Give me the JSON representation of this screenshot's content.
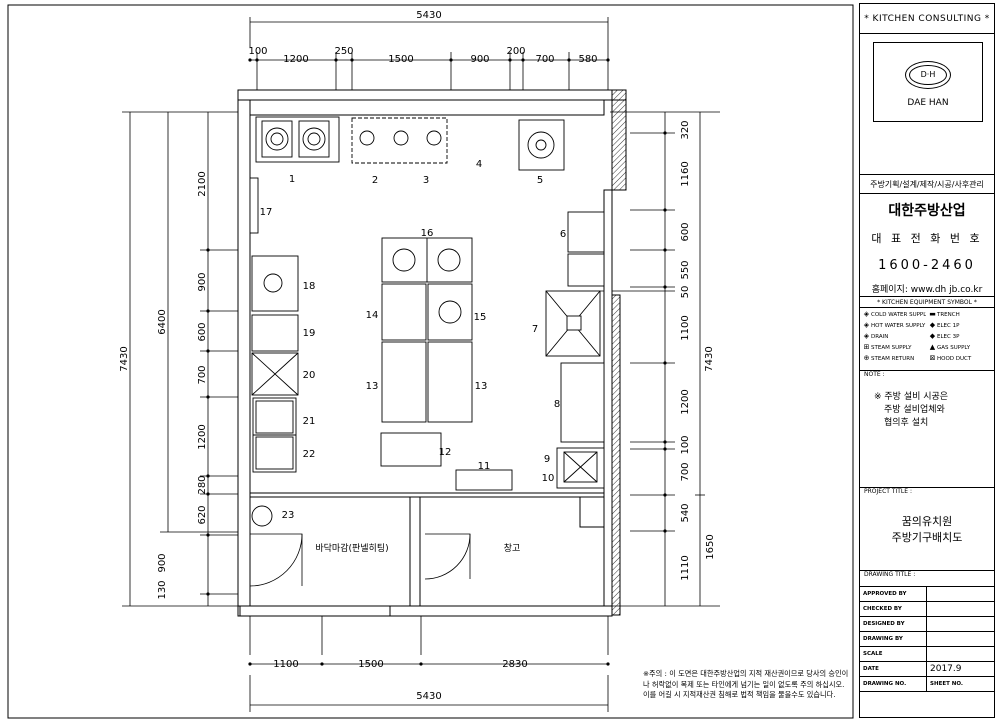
{
  "dimensions": {
    "top_total": "5430",
    "top_segments": [
      "100",
      "1200",
      "250",
      "1500",
      "900",
      "200",
      "700",
      "580"
    ],
    "left_outer": "7430",
    "left_mid": "6400",
    "left_segments": [
      "2100",
      "900",
      "600",
      "700",
      "1200",
      "280",
      "620",
      "900",
      "130"
    ],
    "right_outer": "7430",
    "right_segments": [
      "320",
      "1160",
      "600",
      "550",
      "50",
      "1100",
      "1200",
      "100",
      "700",
      "540",
      "1110"
    ],
    "right_extra": "1650",
    "bottom_segments": [
      "1100",
      "1500",
      "2830"
    ],
    "bottom_total": "5430"
  },
  "equipment_numbers": [
    "1",
    "2",
    "3",
    "4",
    "5",
    "6",
    "7",
    "8",
    "9",
    "10",
    "11",
    "12",
    "13",
    "13",
    "14",
    "15",
    "16",
    "17",
    "18",
    "19",
    "20",
    "21",
    "22",
    "23"
  ],
  "rooms": {
    "floor_finish": "바닥마감(판넬히팅)",
    "storage": "창고"
  },
  "title_block": {
    "consulting": "* KITCHEN CONSULTING *",
    "logo_mark": "D·H",
    "logo_name": "DAE HAN",
    "services": "주방기획/설계/제작/시공/사후관리",
    "company": "대한주방산업",
    "rep_label": "대 표 전 화 번 호",
    "phone": "1600-2460",
    "website": "홈페이지: www.dh jb.co.kr",
    "symbol_title": "* KITCHEN EQUIPMENT SYMBOL *",
    "symbols": [
      {
        "icon": "cold-water-icon",
        "glyph": "◈",
        "label": "COLD WATER SUPPLY"
      },
      {
        "icon": "trench-icon",
        "glyph": "▬",
        "label": "TRENCH"
      },
      {
        "icon": "hot-water-icon",
        "glyph": "◈",
        "label": "HOT WATER SUPPLY"
      },
      {
        "icon": "elec-1p-icon",
        "glyph": "◆",
        "label": "ELEC 1P"
      },
      {
        "icon": "drain-icon",
        "glyph": "◈",
        "label": "DRAIN"
      },
      {
        "icon": "elec-3p-icon",
        "glyph": "◆",
        "label": "ELEC 3P"
      },
      {
        "icon": "steam-supply-icon",
        "glyph": "⊞",
        "label": "STEAM SUPPLY"
      },
      {
        "icon": "gas-supply-icon",
        "glyph": "▲",
        "label": "GAS SUPPLY"
      },
      {
        "icon": "steam-return-icon",
        "glyph": "⊕",
        "label": "STEAM RETURN"
      },
      {
        "icon": "hood-duct-icon",
        "glyph": "⊠",
        "label": "HOOD DUCT"
      }
    ],
    "note_label": "NOTE :",
    "note_lines": [
      "※ 주방 설비 시공은",
      "주방 설비업체와",
      "협의후 설치"
    ],
    "project_label": "PROJECT TITLE :",
    "project_lines": [
      "꿈의유치원",
      "주방기구배치도"
    ],
    "drawing_label": "DRAWING TITLE :",
    "meta": {
      "approved": "APPROVED BY",
      "checked": "CHECKED BY",
      "designed": "DESIGNED BY",
      "drawing": "DRAWING BY",
      "scale": "SCALE",
      "date_label": "DATE",
      "date_value": "2017.9",
      "drawing_no": "DRAWING NO.",
      "sheet_no": "SHEET NO."
    }
  },
  "warning": "※주의 : 이 도면은 대한주방산업의 지적 재산권이므로 당사의 승인이나 허락없이 복제 또는 타인에게 넘기는 일이 없도록 주의 하십시오. 이를 어길 시 지적재산권 침해로 법적 책임을 물을수도 있습니다."
}
